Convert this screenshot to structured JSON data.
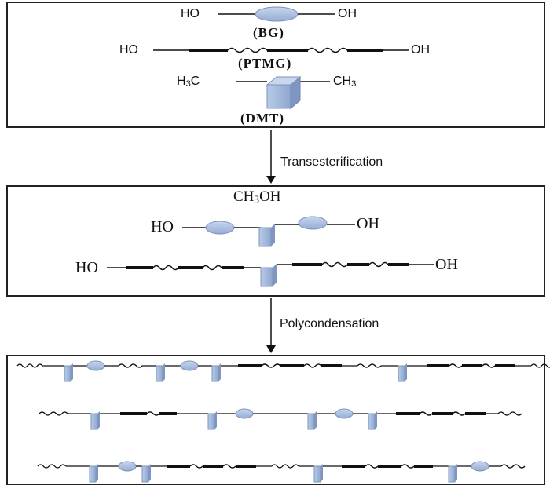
{
  "box1": {
    "bg": {
      "left": "HO",
      "right": "OH",
      "name": "(BG)"
    },
    "ptmg": {
      "left": "HO",
      "right": "OH",
      "name": "(PTMG)"
    },
    "dmt": {
      "left_main": "H",
      "left_sub": "3",
      "left_tail": "C",
      "right_main": "CH",
      "right_sub": "3",
      "name": "(DMT)"
    }
  },
  "steps": {
    "step1": "Transesterification",
    "step2": "Polycondensation"
  },
  "box2": {
    "byproduct_main": "CH",
    "byproduct_sub": "3",
    "byproduct_tail": "OH",
    "row1": {
      "left": "HO",
      "right": "OH"
    },
    "row2": {
      "left": "HO",
      "right": "OH"
    }
  },
  "colors": {
    "ellipse": "#a9bddf",
    "block": "#a9bddf",
    "line": "#111111",
    "border": "#222222"
  }
}
